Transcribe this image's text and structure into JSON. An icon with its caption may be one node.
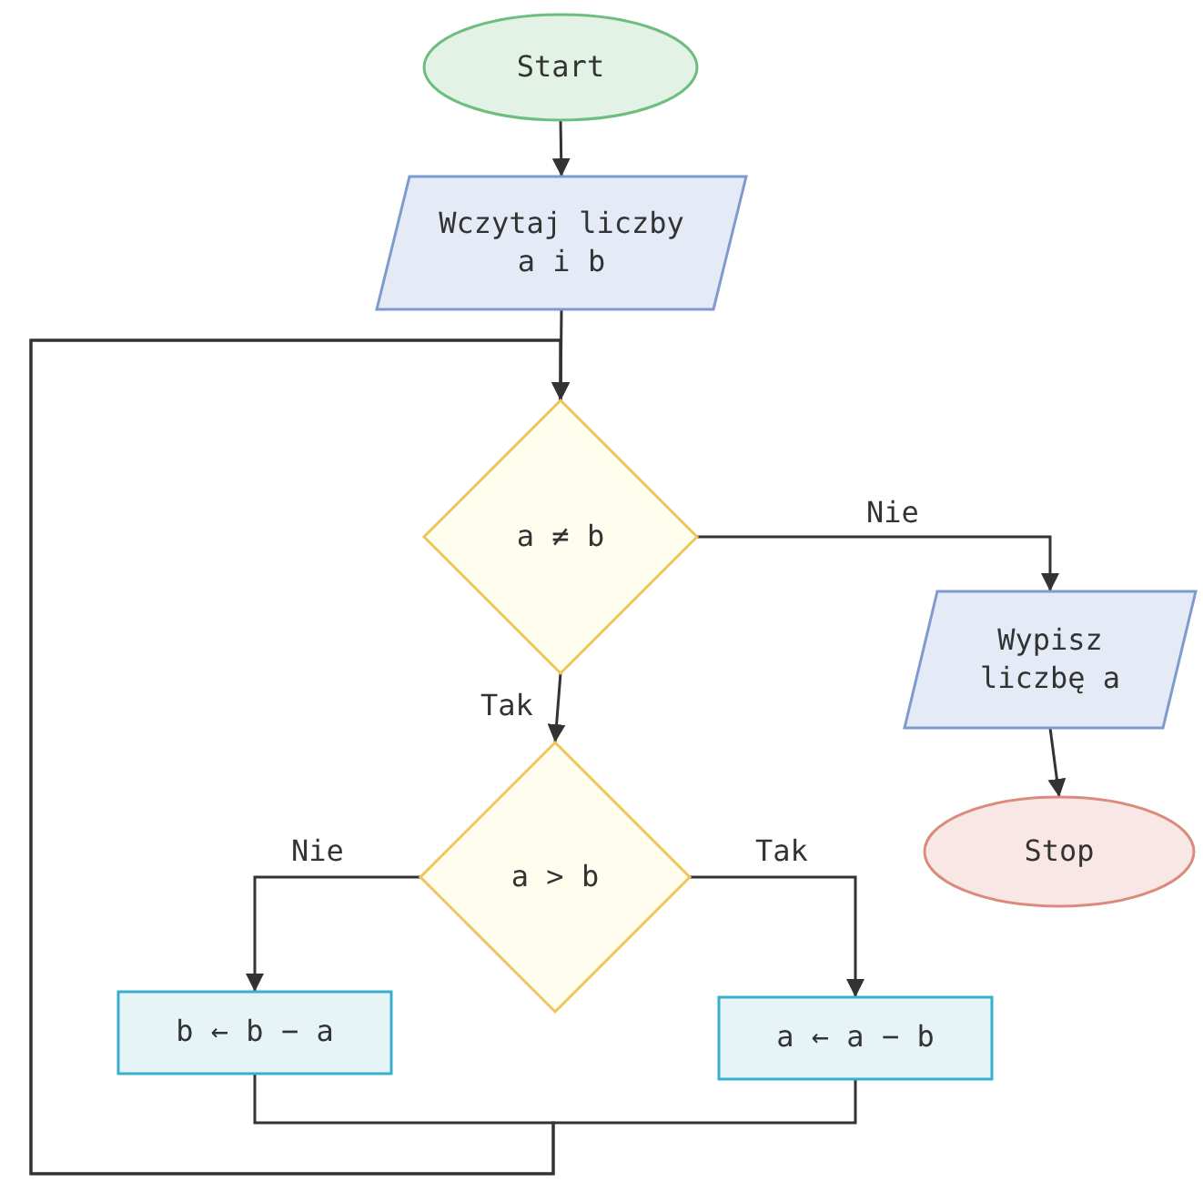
{
  "diagram": {
    "nodes": [
      {
        "text": [
          "Start"
        ]
      },
      {
        "text": [
          "Wczytaj liczby a i b"
        ]
      },
      {
        "text": [
          "a ≠ b"
        ]
      },
      {
        "text": [
          "Wypisz liczbę a"
        ]
      },
      {
        "text": [
          "Stop"
        ]
      },
      {
        "text": [
          "a > b"
        ]
      },
      {
        "text": [
          "b ← b − a"
        ]
      },
      {
        "text": [
          "a ← a − b"
        ]
      }
    ],
    "edges": [
      {
        "from": 0,
        "to": 1,
        "arrow": "to"
      },
      {
        "from": 1,
        "to": 2,
        "arrow": "to"
      },
      {
        "from": 2,
        "to": 3,
        "arrow": "to",
        "label": "Nie"
      },
      {
        "from": 3,
        "to": 4,
        "arrow": "to"
      },
      {
        "from": 2,
        "to": 5,
        "arrow": "to",
        "label": "Tak"
      },
      {
        "from": 5,
        "to": 6,
        "arrow": "to",
        "label": "Nie"
      },
      {
        "from": 5,
        "to": 7,
        "arrow": "to",
        "label": "Tak"
      },
      {
        "from": 6,
        "to": 2,
        "arrow": "to"
      },
      {
        "from": 7,
        "to": 2,
        "arrow": "to"
      }
    ]
  }
}
